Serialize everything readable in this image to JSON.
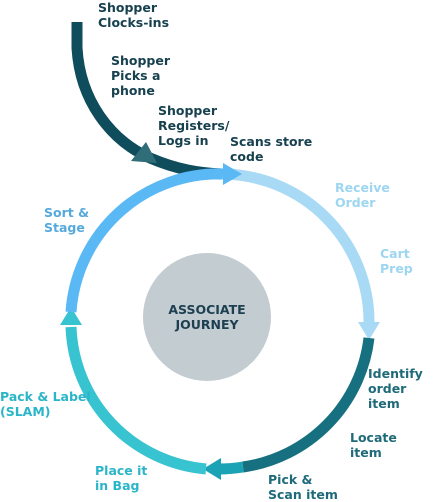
{
  "center": {
    "title": "ASSOCIATE\nJOURNEY"
  },
  "entry_steps": [
    {
      "label": "Shopper\nClocks-ins"
    },
    {
      "label": "Shopper\nPicks a\nphone"
    },
    {
      "label": "Shopper\nRegisters/\nLogs in"
    }
  ],
  "cycle_steps": [
    {
      "label": "Scans store\ncode"
    },
    {
      "label": "Receive\nOrder"
    },
    {
      "label": "Cart\nPrep"
    },
    {
      "label": "Identify\norder item"
    },
    {
      "label": "Locate\nitem"
    },
    {
      "label": "Pick &\nScan item"
    },
    {
      "label": "Place it\nin Bag"
    },
    {
      "label": "Pack & Label\n(SLAM)"
    },
    {
      "label": "Sort &\nStage"
    }
  ],
  "colors": {
    "entry_path": "#0f4d5c",
    "arc_pale": "#a9daf5",
    "arc_teal_dark": "#16707f",
    "arc_teal": "#1aa3b5",
    "arc_cyan": "#38c3d1",
    "arc_blue": "#5ab8f5",
    "center_circle": "#c2ccd1"
  }
}
